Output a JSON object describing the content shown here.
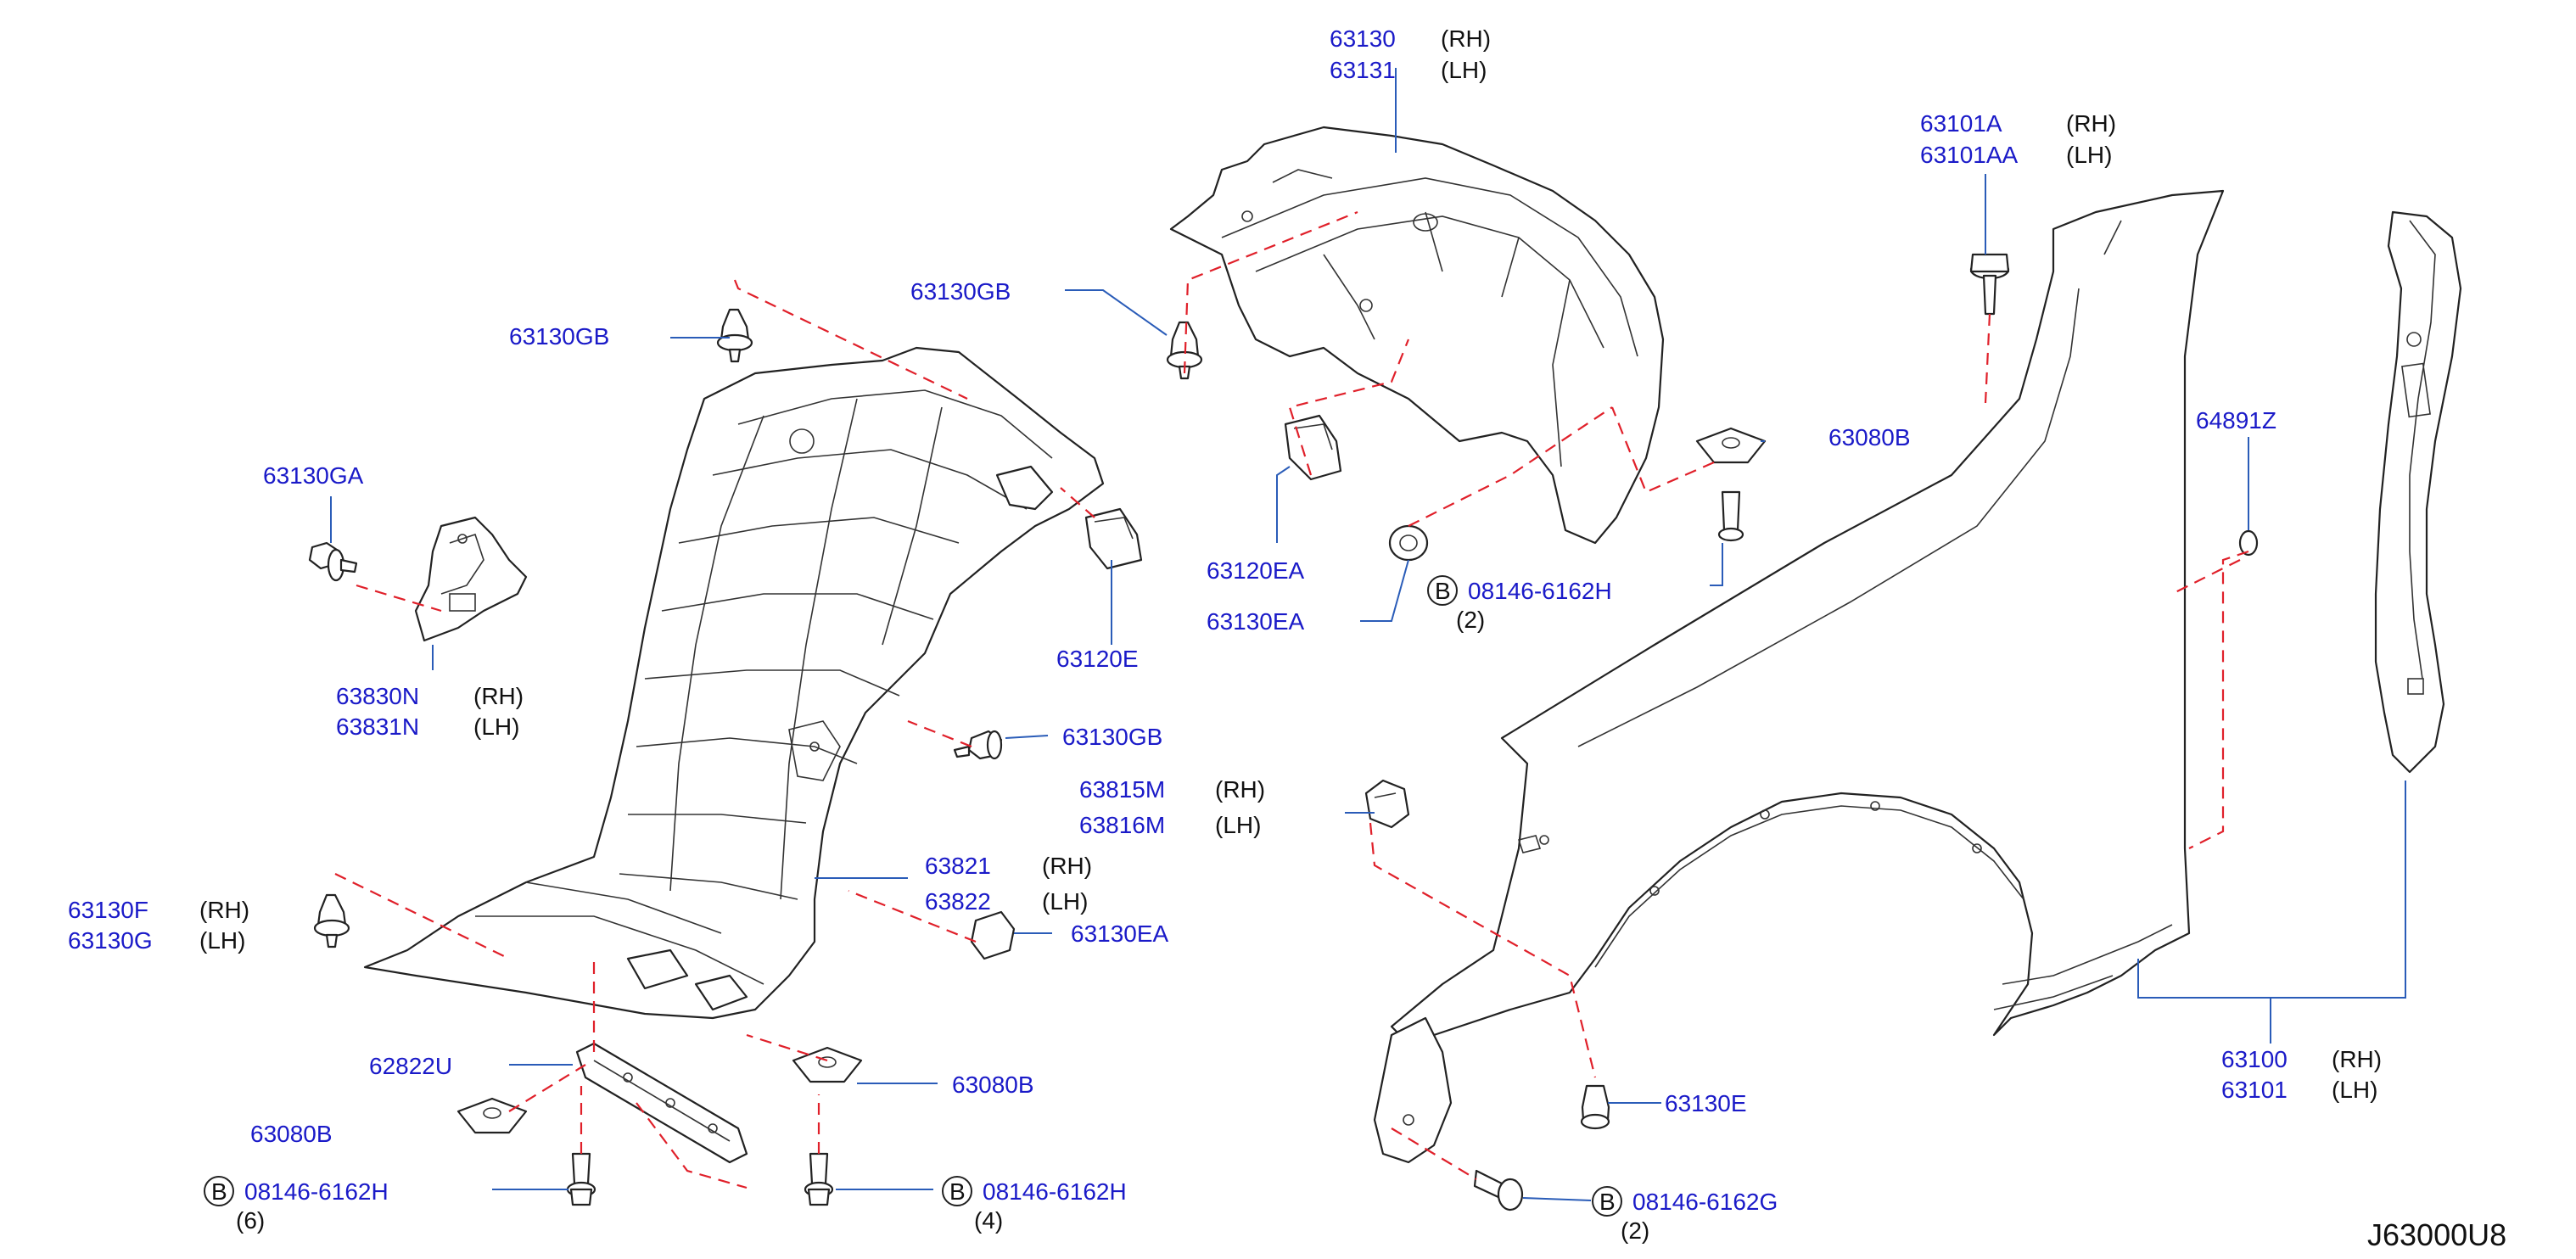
{
  "diagram_code": "J63000U8",
  "colors": {
    "part_number": "#1a1ac8",
    "text": "#111111",
    "leader": "#2a5cb8",
    "dashed": "#e0202a"
  },
  "labels": {
    "p63130": "63130",
    "p63131": "63131",
    "p63130gb_top": "63130GB",
    "p63130gb_left": "63130GB",
    "p63130ga": "63130GA",
    "p63830n": "63830N",
    "p63831n": "63831N",
    "p63120e": "63120E",
    "p63130gb_mid": "63130GB",
    "p63815m": "63815M",
    "p63816m": "63816M",
    "p63821": "63821",
    "p63822": "63822",
    "p63130f": "63130F",
    "p63130g": "63130G",
    "p63130ea_lower": "63130EA",
    "p62822u": "62822U",
    "p63080b_left": "63080B",
    "p63080b_center": "63080B",
    "p08146_left": "08146-6162H",
    "qty_left": "(6)",
    "p08146_center": "08146-6162H",
    "qty_center": "(4)",
    "p63120ea": "63120EA",
    "p63130ea_upper": "63130EA",
    "p08146_upper": "08146-6162H",
    "qty_upper": "(2)",
    "p63080b_right": "63080B",
    "p63101a": "63101A",
    "p63101aa": "63101AA",
    "p64891z": "64891Z",
    "p63130e": "63130E",
    "p08146_right": "08146-6162G",
    "qty_right": "(2)",
    "p63100": "63100",
    "p63101": "63101"
  },
  "side_rh": "(RH)",
  "side_lh": "(LH)",
  "bolt_symbol": "B"
}
